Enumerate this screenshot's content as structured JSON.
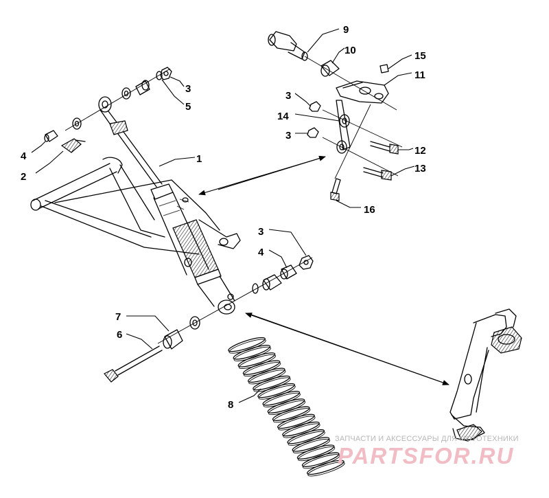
{
  "callouts": [
    {
      "id": "c1",
      "text": "1"
    },
    {
      "id": "c2",
      "text": "2"
    },
    {
      "id": "c3a",
      "text": "3"
    },
    {
      "id": "c5",
      "text": "5"
    },
    {
      "id": "c4a",
      "text": "4"
    },
    {
      "id": "c9",
      "text": "9"
    },
    {
      "id": "c10",
      "text": "10"
    },
    {
      "id": "c15",
      "text": "15"
    },
    {
      "id": "c11",
      "text": "11"
    },
    {
      "id": "c3b",
      "text": "3"
    },
    {
      "id": "c14",
      "text": "14"
    },
    {
      "id": "c3c",
      "text": "3"
    },
    {
      "id": "c12",
      "text": "12"
    },
    {
      "id": "c13",
      "text": "13"
    },
    {
      "id": "c16",
      "text": "16"
    },
    {
      "id": "c3d",
      "text": "3"
    },
    {
      "id": "c4b",
      "text": "4"
    },
    {
      "id": "c7",
      "text": "7"
    },
    {
      "id": "c6",
      "text": "6"
    },
    {
      "id": "c8",
      "text": "8"
    }
  ],
  "watermark": {
    "caption": "ЗАПЧАСТИ И АКСЕССУАРЫ ДЛЯ МОТОТЕХНИКИ",
    "logo": "PARTSFOR.RU"
  },
  "colors": {
    "line": "#000000",
    "watermark_caption": "#b7b7b7",
    "watermark_logo": "#f2bcc4"
  }
}
